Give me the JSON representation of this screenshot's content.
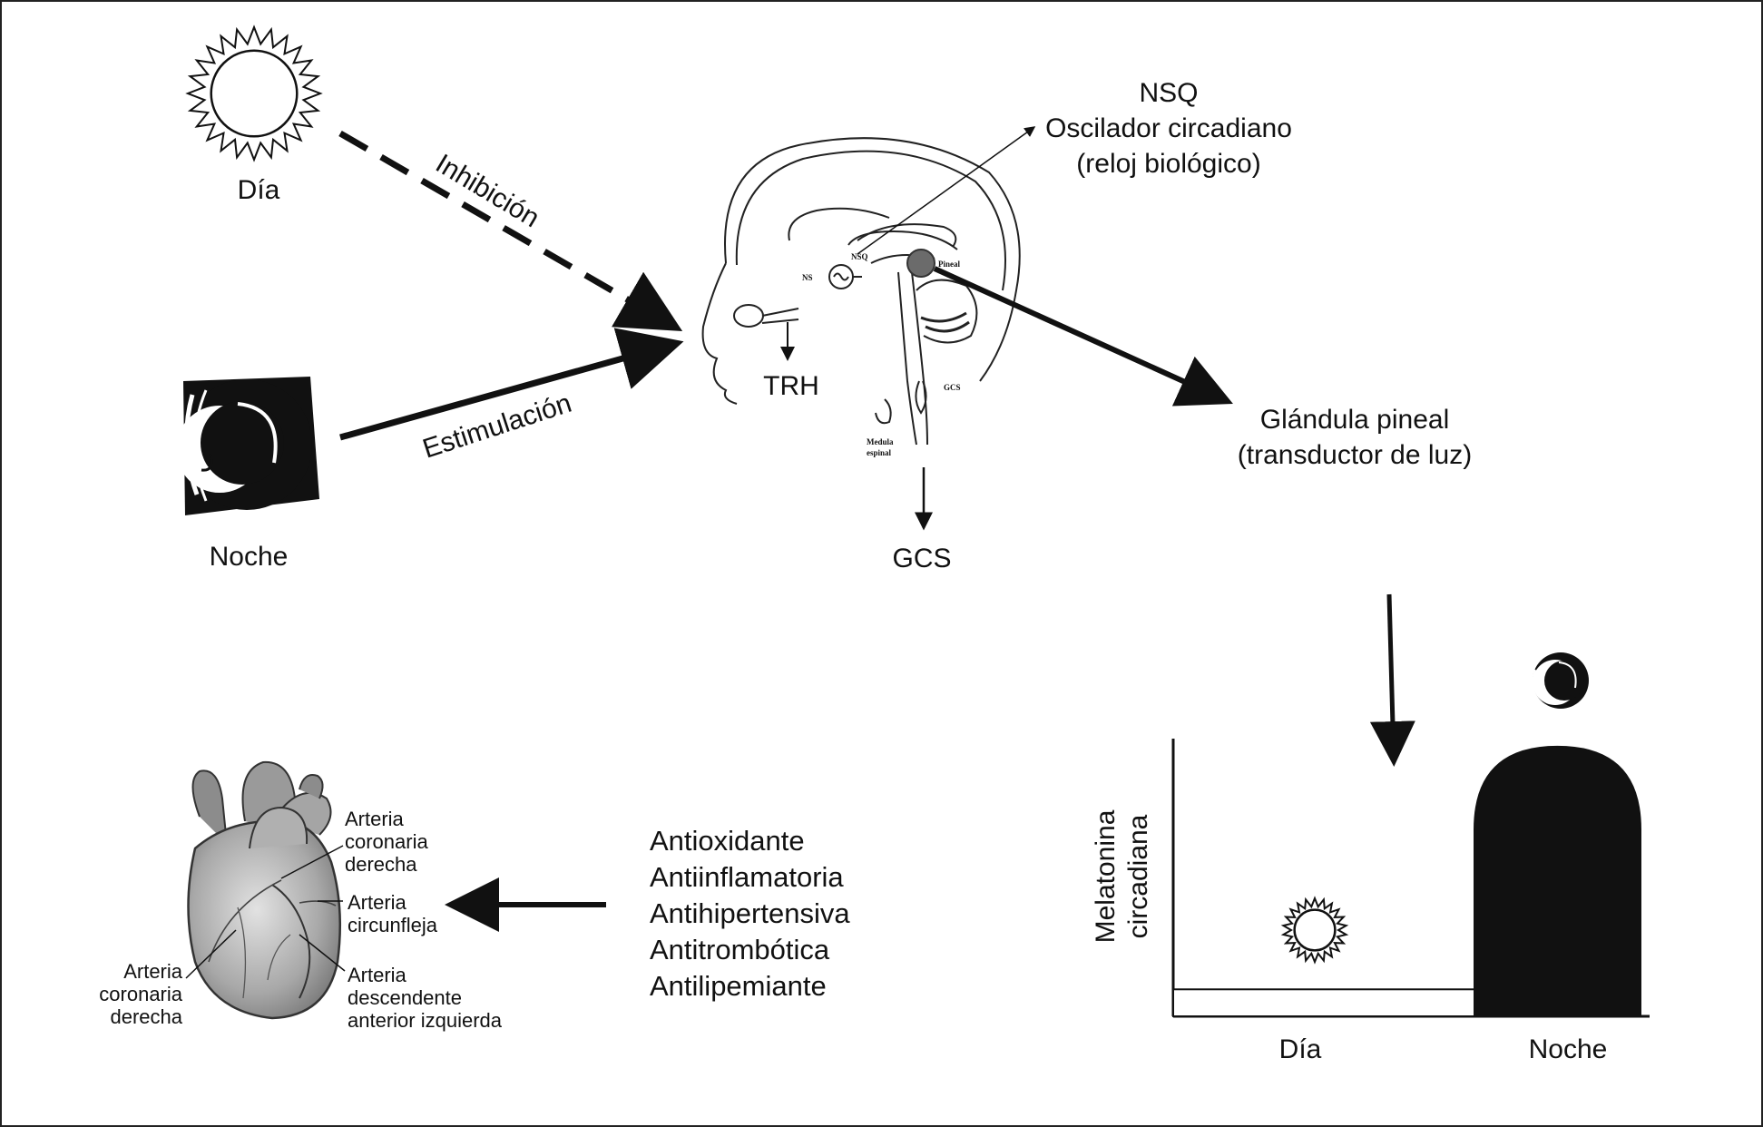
{
  "colors": {
    "ink": "#111111",
    "pineal": "#6b6b6b",
    "heart_dark": "#5a5a5a",
    "heart_mid": "#9a9a9a",
    "heart_light": "#d6d6d6",
    "border": "#222222"
  },
  "icons": {
    "day": "sun-icon",
    "night": "moon-icon",
    "brain": "brain-sagittal-section",
    "heart": "heart-illustration"
  },
  "top": {
    "day_label": "Día",
    "night_label": "Noche",
    "inhibition_label": "Inhibición",
    "stimulation_label": "Estimulación",
    "nsq_lines": [
      "NSQ",
      "Oscilador circadiano",
      "(reloj biológico)"
    ],
    "pineal_lines": [
      "Glándula pineal",
      "(transductor de luz)"
    ],
    "trh_label": "TRH",
    "gcs_label": "GCS",
    "brain_labels": {
      "nsq_small": "NSQ",
      "ns_small": "NS",
      "pineal_small": "Pineal",
      "gcs_small": "GCS",
      "medula_line1": "Medula",
      "medula_line2": "espinal"
    }
  },
  "effects": {
    "items": [
      "Antioxidante",
      "Antiinflamatoria",
      "Antihipertensiva",
      "Antitrombótica",
      "Antilipemiante"
    ]
  },
  "heart": {
    "labels": {
      "rca_top": [
        "Arteria",
        "coronaria",
        "derecha"
      ],
      "circumflex": [
        "Arteria",
        "circunfleja"
      ],
      "lad": [
        "Arteria",
        "descendente",
        "anterior izquierda"
      ],
      "rca_left": [
        "Arteria",
        "coronaria",
        "derecha"
      ]
    }
  },
  "chart_data": {
    "type": "bar",
    "categories": [
      "Día",
      "Noche"
    ],
    "values": [
      1,
      10
    ],
    "ylabel_lines": [
      "Melatonina",
      "circadiana"
    ],
    "ylim": [
      0,
      10.5
    ],
    "grid": false
  }
}
